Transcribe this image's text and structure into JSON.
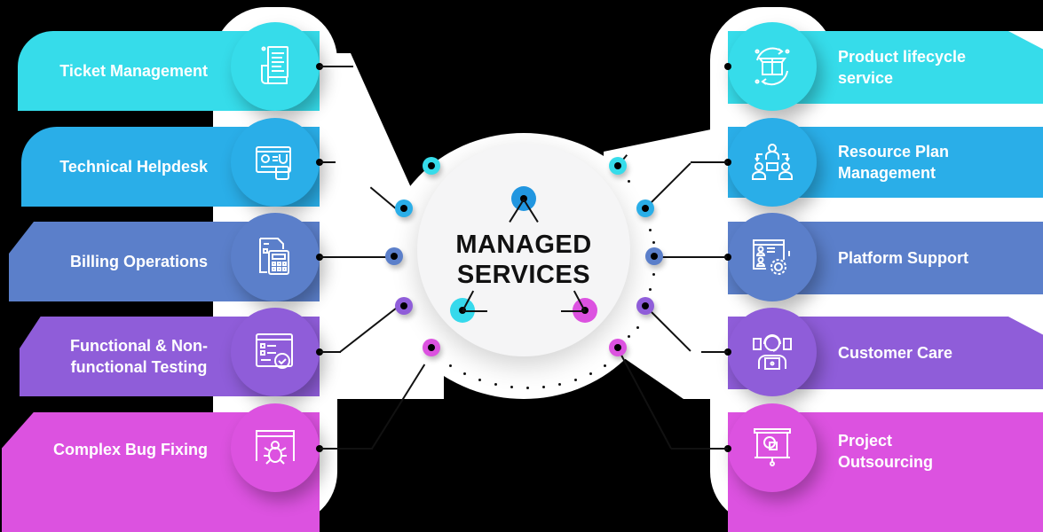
{
  "title": "Managed Services",
  "hub": {
    "line1": "MANAGED",
    "line2": "SERVICES",
    "node_colors": [
      "#2196e0",
      "#36d9ec",
      "#dc52e0"
    ]
  },
  "colors": {
    "background": "#000000",
    "cyan": "#36dcea",
    "blue": "#2aaee8",
    "slate": "#5b7fca",
    "violet": "#8f5dd9",
    "magenta": "#dc52e0"
  },
  "left_services": [
    {
      "label": "Ticket Management",
      "icon": "document-list-icon",
      "color": "#36dcea"
    },
    {
      "label": "Technical Helpdesk",
      "icon": "gear-wrench-screen-icon",
      "color": "#2aaee8"
    },
    {
      "label": "Billing Operations",
      "icon": "calculator-invoice-icon",
      "color": "#5b7fca"
    },
    {
      "label": "Functional & Non-functional Testing",
      "label_line1": "Functional & Non-",
      "label_line2": "functional Testing",
      "icon": "browser-check-icon",
      "color": "#8f5dd9"
    },
    {
      "label": "Complex Bug Fixing",
      "icon": "browser-bug-icon",
      "color": "#dc52e0"
    }
  ],
  "right_services": [
    {
      "label": "Product lifecycle service",
      "label_line1": "Product lifecycle",
      "label_line2": "service",
      "icon": "box-cycle-icon",
      "color": "#36dcea"
    },
    {
      "label": "Resource Plan Management",
      "label_line1": "Resource Plan",
      "label_line2": "Management",
      "icon": "team-hierarchy-icon",
      "color": "#2aaee8"
    },
    {
      "label": "Platform Support",
      "icon": "browser-users-gear-icon",
      "color": "#5b7fca"
    },
    {
      "label": "Customer Care",
      "icon": "headset-agent-icon",
      "color": "#8f5dd9"
    },
    {
      "label": "Project Outsourcing",
      "label_line1": "Project",
      "label_line2": "Outsourcing",
      "icon": "presentation-board-icon",
      "color": "#dc52e0"
    }
  ]
}
